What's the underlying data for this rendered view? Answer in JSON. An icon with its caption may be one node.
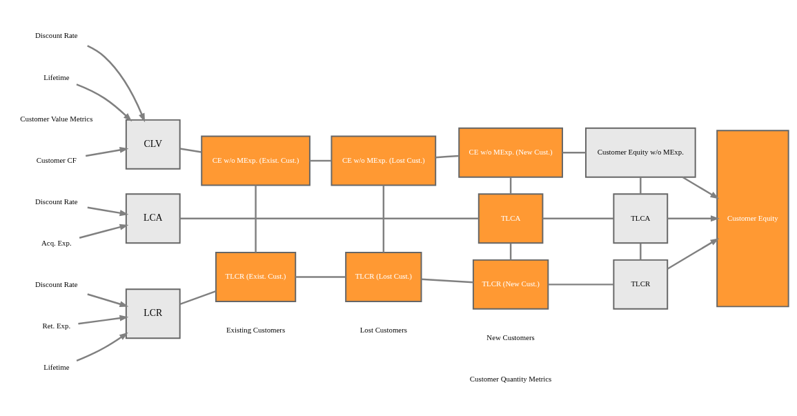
{
  "diagram": {
    "nodes": [
      {
        "text": [
          "Customer CF"
        ]
      },
      {
        "text": [
          "Lifetime"
        ]
      },
      {
        "text": [
          "Discount Rate"
        ]
      },
      {
        "text": [
          "CLV"
        ]
      },
      {
        "text": [
          "Acq. Exp."
        ]
      },
      {
        "text": [
          "Discount Rate"
        ]
      },
      {
        "text": [
          "LCA"
        ]
      },
      {
        "text": [
          "Ret. Exp."
        ]
      },
      {
        "text": [
          "Lifetime"
        ]
      },
      {
        "text": [
          "Discount Rate"
        ]
      },
      {
        "text": [
          "LCR"
        ]
      },
      {
        "text": [
          "CE w/o MExp. (Exist. Cust.)"
        ]
      },
      {
        "text": [
          "CE w/o MExp. (Lost Cust.)"
        ]
      },
      {
        "text": [
          "CE w/o MExp. (New Cust.)"
        ]
      },
      {
        "text": [
          "Customer Equity w/o MExp."
        ]
      },
      {
        "text": [
          "TLCA"
        ]
      },
      {
        "text": [
          "TLCA"
        ]
      },
      {
        "text": [
          "TLCR (Exist. Cust.)"
        ]
      },
      {
        "text": [
          "TLCR (Lost Cust.)"
        ]
      },
      {
        "text": [
          "TLCR (New Cust.)"
        ]
      },
      {
        "text": [
          "TLCR"
        ]
      },
      {
        "text": [
          "Customer Equity"
        ]
      }
    ],
    "edges": [
      {
        "from": 0,
        "to": 3,
        "arrow": "to"
      },
      {
        "from": 1,
        "to": 3,
        "arrow": "to"
      },
      {
        "from": 2,
        "to": 3,
        "arrow": "to"
      },
      {
        "from": 4,
        "to": 6,
        "arrow": "to"
      },
      {
        "from": 5,
        "to": 6,
        "arrow": "to"
      },
      {
        "from": 7,
        "to": 10,
        "arrow": "to"
      },
      {
        "from": 8,
        "to": 10,
        "arrow": "to"
      },
      {
        "from": 9,
        "to": 10,
        "arrow": "to"
      },
      {
        "from": 3,
        "to": 11,
        "arrow": "none"
      },
      {
        "from": 11,
        "to": 12,
        "arrow": "none"
      },
      {
        "from": 12,
        "to": 13,
        "arrow": "none"
      },
      {
        "from": 13,
        "to": 14,
        "arrow": "none"
      },
      {
        "from": 14,
        "to": 21,
        "arrow": "to"
      },
      {
        "from": 6,
        "to": 15,
        "arrow": "none"
      },
      {
        "from": 15,
        "to": 16,
        "arrow": "none"
      },
      {
        "from": 16,
        "to": 21,
        "arrow": "to"
      },
      {
        "from": 10,
        "to": 17,
        "arrow": "none"
      },
      {
        "from": 17,
        "to": 18,
        "arrow": "none"
      },
      {
        "from": 18,
        "to": 19,
        "arrow": "none"
      },
      {
        "from": 19,
        "to": 20,
        "arrow": "none"
      },
      {
        "from": 20,
        "to": 21,
        "arrow": "to"
      },
      {
        "from": 11,
        "to": 17,
        "arrow": "none"
      },
      {
        "from": 12,
        "to": 18,
        "arrow": "none"
      },
      {
        "from": 13,
        "to": 15,
        "arrow": "none"
      },
      {
        "from": 15,
        "to": 19,
        "arrow": "none"
      },
      {
        "from": 14,
        "to": 16,
        "arrow": "none"
      },
      {
        "from": 16,
        "to": 20,
        "arrow": "none"
      }
    ],
    "labels": [
      "Customer Value Metrics",
      "Existing Customers",
      "Lost Customers",
      "New Customers",
      "Customer Quantity Metrics"
    ]
  }
}
